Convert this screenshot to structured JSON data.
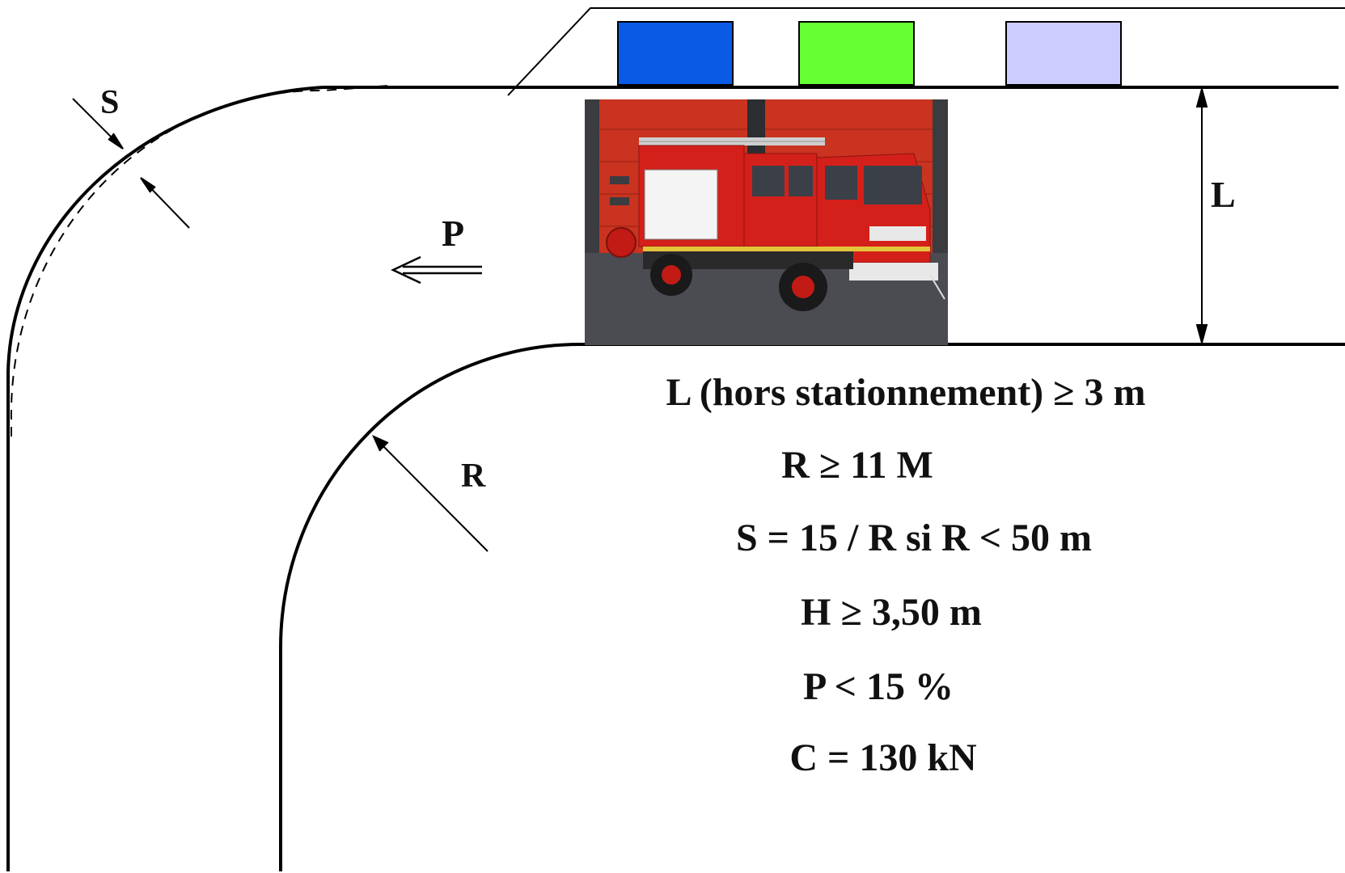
{
  "labels": {
    "s": "S",
    "p": "P",
    "l": "L",
    "r": "R"
  },
  "rules": [
    "L (hors stationnement)  ≥ 3 m",
    "R ≥ 11 M",
    "S = 15 / R si R < 50 m",
    "H ≥ 3,50 m",
    "P < 15 %",
    "C = 130 kN"
  ],
  "parked_vehicles": [
    {
      "color": "#0a5ae6"
    },
    {
      "color": "#66ff33"
    },
    {
      "color": "#ccccff"
    }
  ],
  "colors": {
    "line": "#000000",
    "fire_truck_body": "#d4201a",
    "garage_door": "#c9331f",
    "truck_cab_white": "#f2f2f2"
  }
}
